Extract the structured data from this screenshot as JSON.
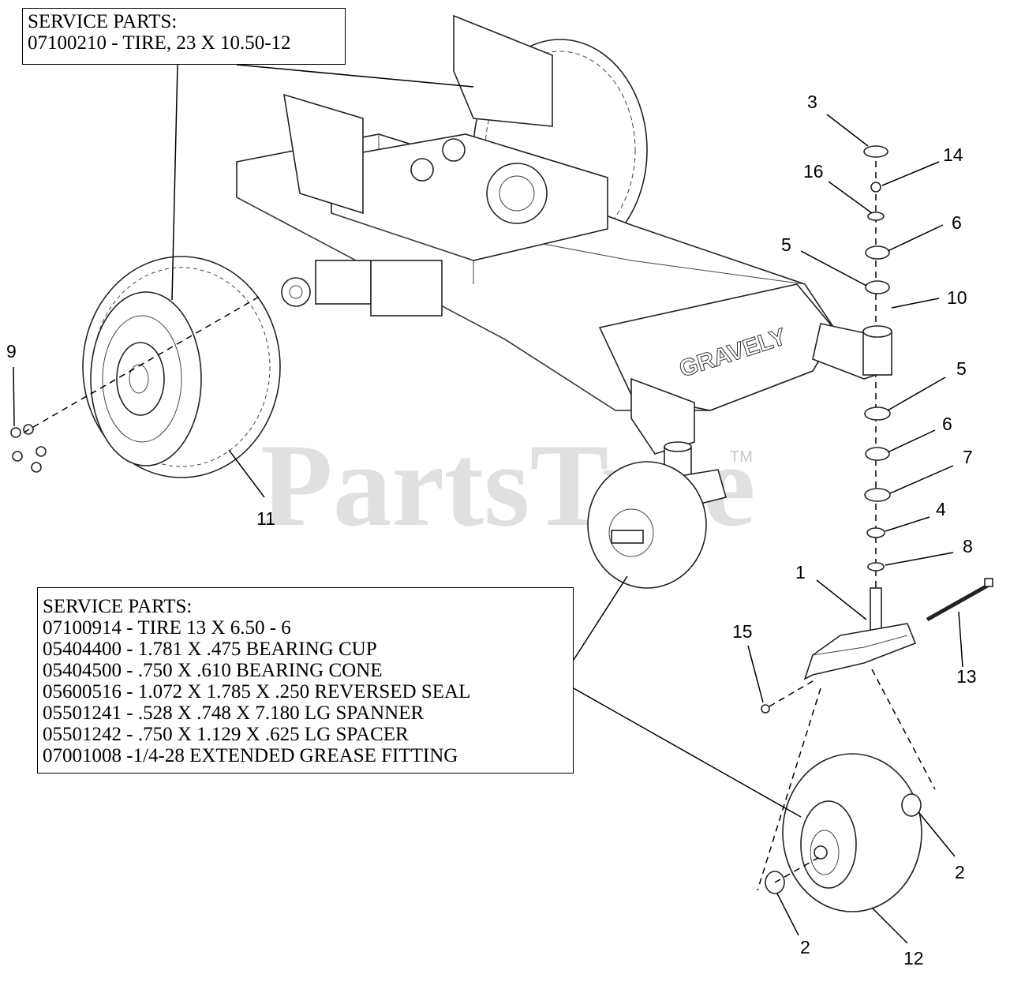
{
  "watermark": {
    "text": "PartsTree",
    "tm": "TM"
  },
  "frame_brand": "GRAVELY",
  "rear_service": {
    "title": "SERVICE PARTS:",
    "lines": [
      "07100210 - TIRE, 23 X 10.50-12"
    ]
  },
  "caster_service": {
    "title": "SERVICE PARTS:",
    "lines": [
      "07100914 - TIRE 13 X 6.50 - 6",
      "05404400 - 1.781 X .475 BEARING CUP",
      "05404500 - .750 X .610 BEARING CONE",
      "05600516 - 1.072 X 1.785 X .250 REVERSED SEAL",
      "05501241 - .528 X .748 X 7.180 LG SPANNER",
      "05501242 - .750 X 1.129 X .625 LG SPACER",
      "07001008 -1/4-28 EXTENDED GREASE FITTING"
    ]
  },
  "callouts": {
    "n1": "1",
    "n2a": "2",
    "n2b": "2",
    "n3": "3",
    "n4": "4",
    "n5a": "5",
    "n5b": "5",
    "n6a": "6",
    "n6b": "6",
    "n7": "7",
    "n8": "8",
    "n9": "9",
    "n10": "10",
    "n11": "11",
    "n12": "12",
    "n13": "13",
    "n14": "14",
    "n15": "15",
    "n16": "16"
  }
}
